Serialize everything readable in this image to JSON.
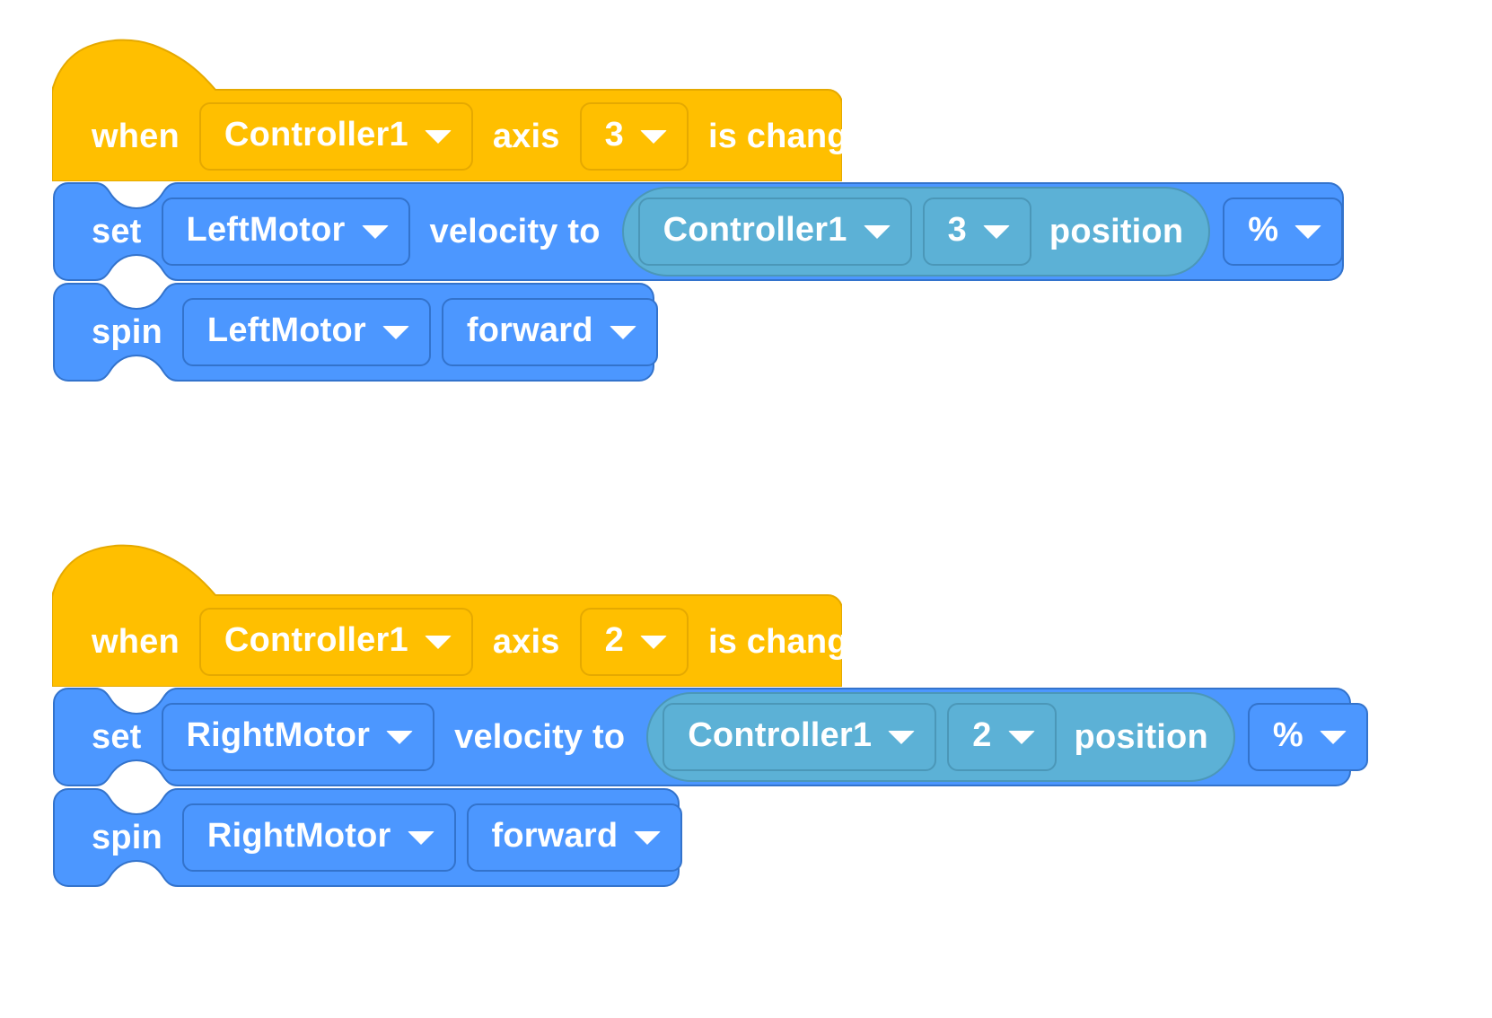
{
  "app": {
    "name": "VEX VEXcode block editor workspace",
    "background": "#ffffff"
  },
  "palette": {
    "event_fill": "#ffbf00",
    "event_stroke": "#e5a900",
    "motion_fill": "#4c97ff",
    "motion_stroke": "#3373cc",
    "sensing_fill": "#5cb1d6",
    "sensing_stroke": "#4b97b8",
    "text": "#ffffff"
  },
  "scripts": [
    {
      "id": "script-1",
      "hat": {
        "kind": "event-hat",
        "prefix": "when",
        "device": "Controller1",
        "middle": "axis",
        "axis": "3",
        "suffix": "is changed"
      },
      "blocks": [
        {
          "kind": "set-velocity",
          "prefix": "set",
          "motor": "LeftMotor",
          "middle": "velocity to",
          "reporter": {
            "kind": "controller-axis-position",
            "device": "Controller1",
            "axis": "3",
            "suffix": "position"
          },
          "units": "%"
        },
        {
          "kind": "spin",
          "prefix": "spin",
          "motor": "LeftMotor",
          "direction": "forward"
        }
      ]
    },
    {
      "id": "script-2",
      "hat": {
        "kind": "event-hat",
        "prefix": "when",
        "device": "Controller1",
        "middle": "axis",
        "axis": "2",
        "suffix": "is changed"
      },
      "blocks": [
        {
          "kind": "set-velocity",
          "prefix": "set",
          "motor": "RightMotor",
          "middle": "velocity to",
          "reporter": {
            "kind": "controller-axis-position",
            "device": "Controller1",
            "axis": "2",
            "suffix": "position"
          },
          "units": "%"
        },
        {
          "kind": "spin",
          "prefix": "spin",
          "motor": "RightMotor",
          "direction": "forward"
        }
      ]
    }
  ],
  "icons": {
    "dropdown_arrow": "chevron-down-icon"
  }
}
